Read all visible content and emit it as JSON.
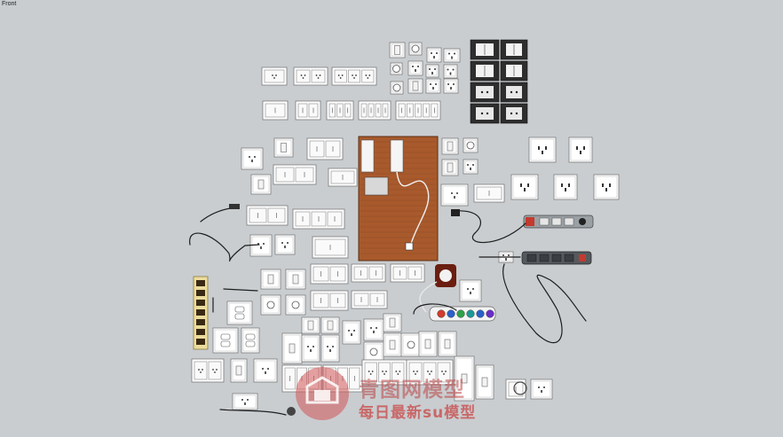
{
  "viewport": {
    "scene_label": "Front",
    "background": "#c9cdd0"
  },
  "watermark": {
    "title": "青图网模型",
    "subtitle": "每日最新su模型",
    "color": "#c84a4a"
  },
  "model": {
    "icons": [
      "switch-plate",
      "socket-outlet",
      "power-strip",
      "cable",
      "wooden-board",
      "plug"
    ],
    "colors": {
      "plate": "#ffffff",
      "plate_edge": "#7a7a7a",
      "dark_plate": "#2e2e2e",
      "board": "#a85a2c",
      "strip_grey": "#555a5e",
      "cable": "#1e1e1e",
      "ivory_strip": "#ecdc9c",
      "socket_dots": [
        "#d23b2b",
        "#2a60c8",
        "#2fa14a",
        "#1d9a95",
        "#2a60c8",
        "#6a2dc8"
      ]
    }
  }
}
